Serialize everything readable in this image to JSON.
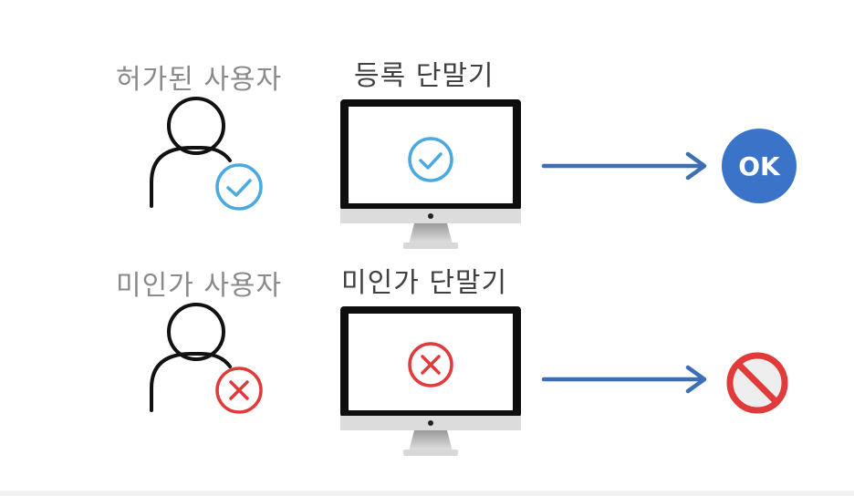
{
  "rows": [
    {
      "user_label": "허가된 사용자",
      "device_label": "등록 단말기",
      "status": "allowed",
      "result_text": "OK"
    },
    {
      "user_label": "미인가 사용자",
      "device_label": "미인가 단말기",
      "status": "denied",
      "result_text": ""
    }
  ],
  "icons": {
    "user": "user-icon",
    "monitor": "monitor-icon",
    "check": "check-circle-icon",
    "cross": "x-circle-icon",
    "arrow": "arrow-right-icon",
    "ok": "ok-badge-icon",
    "blocked": "prohibited-icon"
  },
  "colors": {
    "check": "#49a9e0",
    "cross": "#e03a3a",
    "arrow": "#3d6fb5",
    "ok_badge": "#3a73c8",
    "blocked_ring": "#e03a3a",
    "blocked_fill": "#eeeeee",
    "label_user": "#8a8a8a",
    "label_device": "#404040"
  }
}
